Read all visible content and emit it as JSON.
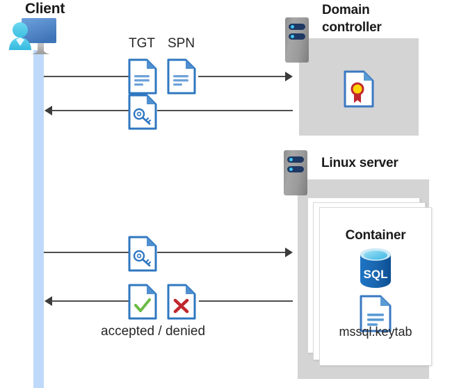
{
  "diagram": {
    "title": "Kerberos authentication flow between client, domain controller and Linux server container",
    "colors": {
      "lifeline": "#bed9fa",
      "panel_gray": "#d4d4d4",
      "doc_blue": "#3a78c2",
      "accent_navy": "#1f3864",
      "led_cyan": "#3fc4f0",
      "check_green": "#6cbb45",
      "cross_red": "#c0272d",
      "line_gray": "#4d4d4d",
      "sql_blue": "#0f6cbd",
      "seal_yellow": "#ffd400",
      "seal_red": "#c0272d"
    }
  },
  "client": {
    "title": "Client",
    "icon": "user-computer-icon",
    "lifeline": "client-lifeline"
  },
  "domain_controller": {
    "title": "Domain controller",
    "title_line_1": "Domain",
    "title_line_2": "controller",
    "server_icon": "server-rack-icon",
    "contents": [
      {
        "icon": "certificate-document-icon",
        "label": ""
      }
    ]
  },
  "linux_server": {
    "title": "Linux server",
    "server_icon": "server-rack-icon",
    "container": {
      "title": "Container",
      "stack_count": 3,
      "items": [
        {
          "icon": "sql-database-icon",
          "label": "SQL"
        },
        {
          "icon": "document-icon",
          "label": "mssql.keytab"
        }
      ]
    }
  },
  "flows": [
    {
      "id": "flow-tgt-spn-request",
      "direction": "right",
      "from": "client",
      "to": "domain-controller",
      "icons": [
        {
          "name": "tgt-document-icon",
          "label": "TGT"
        },
        {
          "name": "spn-document-icon",
          "label": "SPN"
        }
      ]
    },
    {
      "id": "flow-ticket-response",
      "direction": "left",
      "from": "domain-controller",
      "to": "client",
      "icons": [
        {
          "name": "key-document-icon",
          "label": ""
        }
      ]
    },
    {
      "id": "flow-ticket-presented",
      "direction": "right",
      "from": "client",
      "to": "linux-server",
      "icons": [
        {
          "name": "key-document-icon",
          "label": ""
        }
      ]
    },
    {
      "id": "flow-auth-result",
      "direction": "left",
      "from": "linux-server",
      "to": "client",
      "icons": [
        {
          "name": "accepted-document-icon",
          "label": ""
        },
        {
          "name": "denied-document-icon",
          "label": ""
        }
      ],
      "caption": "accepted / denied"
    }
  ],
  "labels": {
    "tgt": "TGT",
    "spn": "SPN",
    "accepted_denied": "accepted / denied",
    "keytab_file": "mssql.keytab",
    "sql": "SQL"
  }
}
